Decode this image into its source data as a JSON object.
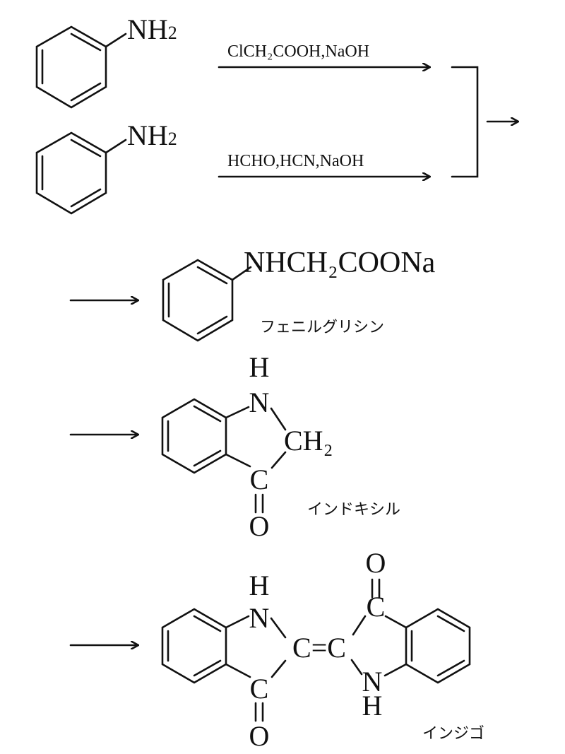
{
  "reactants": {
    "aniline_1_group": "NH",
    "aniline_1_sub": "2",
    "aniline_2_group": "NH",
    "aniline_2_sub": "2"
  },
  "reagents": {
    "route_1": "ClCH₂COOH,NaOH",
    "route_2": "HCHO,HCN,NaOH"
  },
  "intermediates": {
    "phenylglycine": {
      "formula": "NHCH₂COONa",
      "name": "フェニルグリシン"
    },
    "indoxyl": {
      "h": "H",
      "n": "N",
      "ch2": "CH₂",
      "c": "C",
      "o": "O",
      "name": "インドキシル"
    },
    "indigo": {
      "h1": "H",
      "n1": "N",
      "c_bridge": "C=C",
      "c_top": "C",
      "o_top": "O",
      "c_bottom": "C",
      "o_bottom": "O",
      "n2": "N",
      "h2": "H",
      "name": "インジゴ"
    }
  },
  "colors": {
    "ink": "#111111",
    "background": "#ffffff"
  }
}
